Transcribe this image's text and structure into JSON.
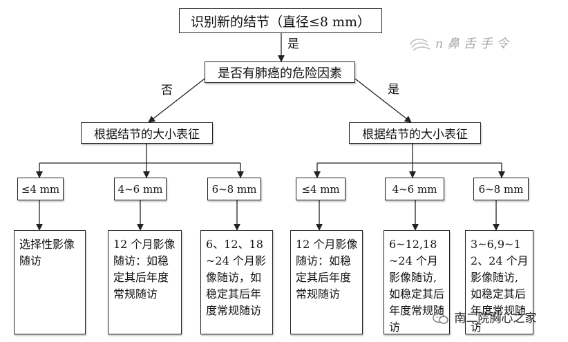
{
  "diagram": {
    "root": "识别新的结节（直径≤8 mm）",
    "yes_top": "是",
    "risk_question": "是否有肺癌的危险因素",
    "no_label": "否",
    "yes_label": "是",
    "left_branch": {
      "title": "根据结节的大小表征",
      "sizes": [
        "≤4 mm",
        "4~6 mm",
        "6~8 mm"
      ],
      "actions": [
        "选择性影像随访",
        "12 个月影像随访：如稳定其后年度常规随访",
        "6、12、18~24 个月影像随访，如稳定其后年度常规随访"
      ]
    },
    "right_branch": {
      "title": "根据结节的大小表征",
      "sizes": [
        "≤4 mm",
        "4~6 mm",
        "6~8 mm"
      ],
      "actions": [
        "12 个月影像随访：如稳定其后年度常规随访",
        "6~12,18~24 个月影像随访,如稳定其后年度常规随访",
        "3~6,9~12、24 个月影像随访,如稳定其后年度常规随访"
      ]
    }
  },
  "watermarks": {
    "top_right": "n 鼻 舌 手 令",
    "bottom_right": "南二院胸心之家"
  }
}
